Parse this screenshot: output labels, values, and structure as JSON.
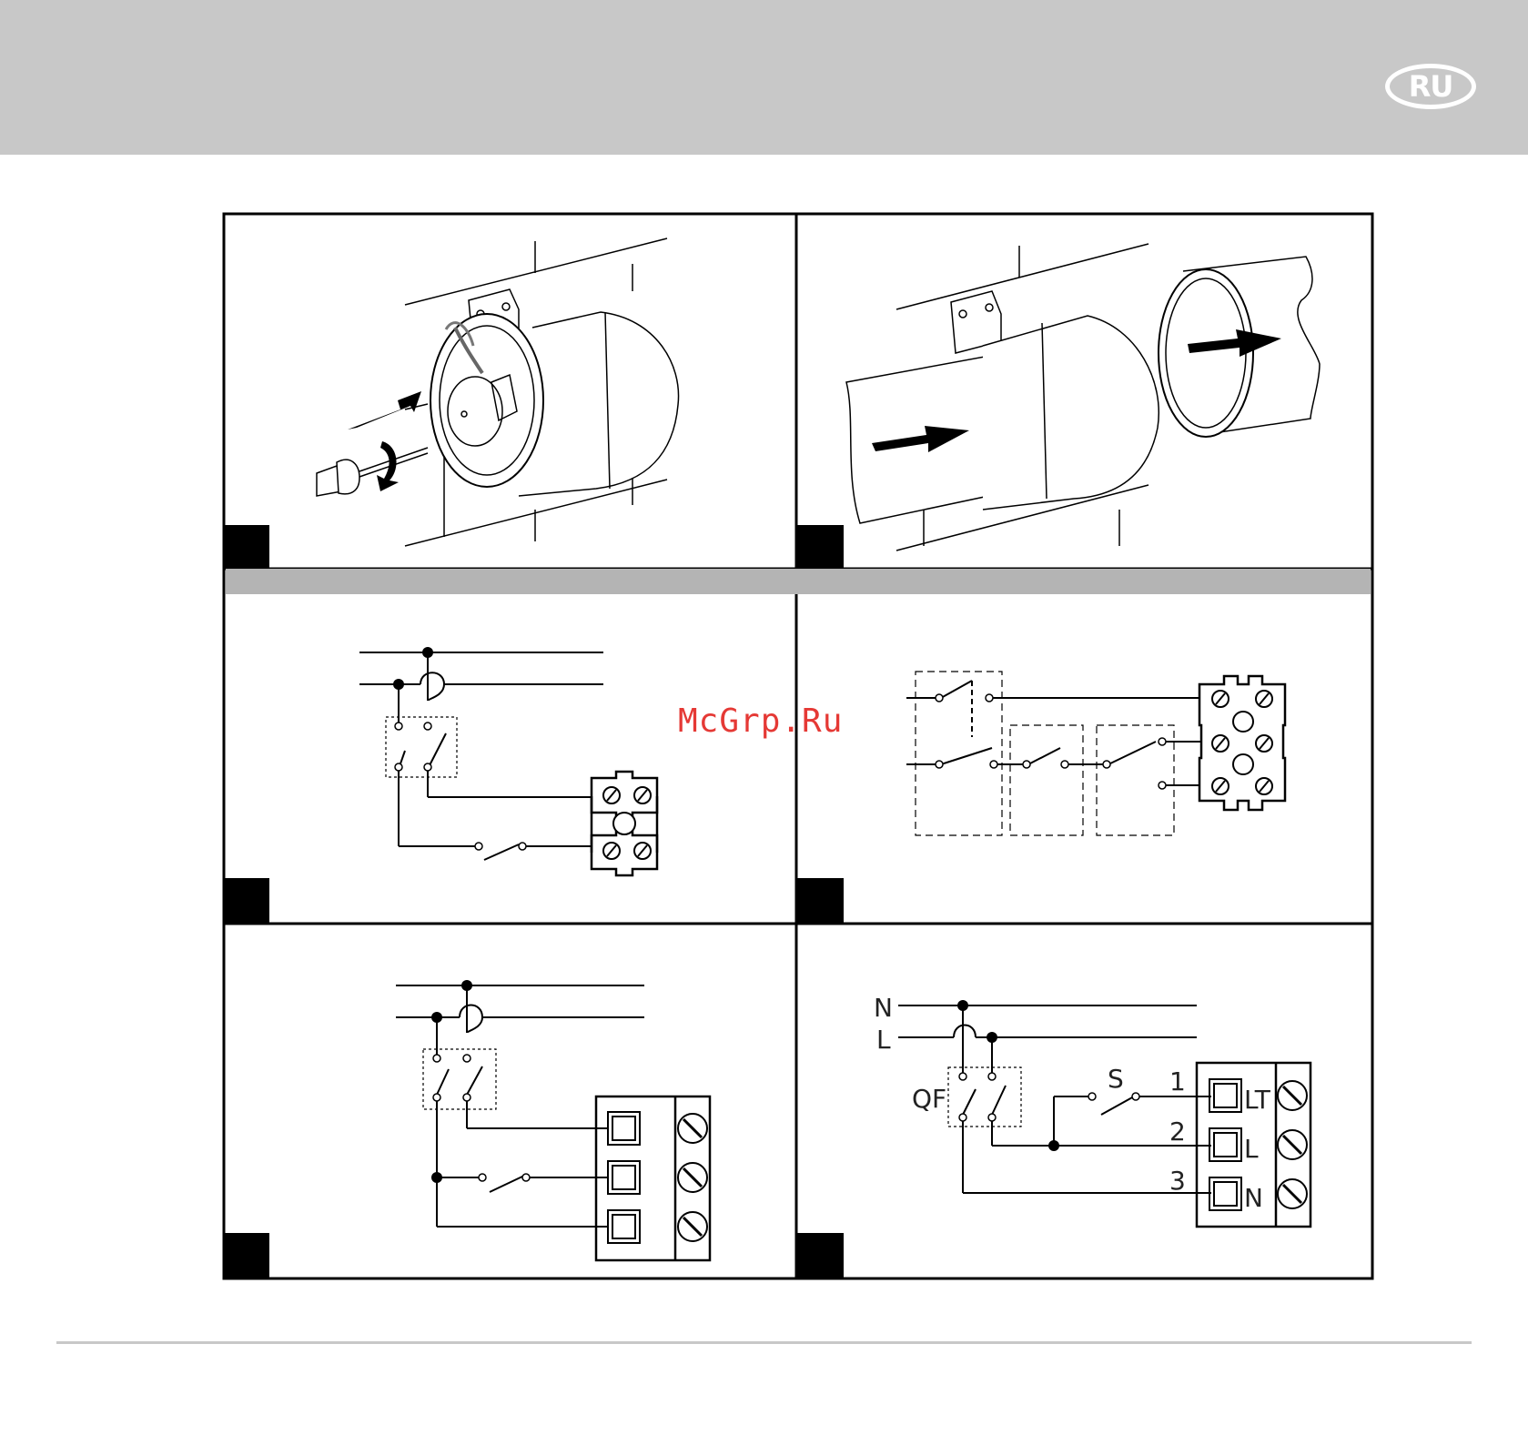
{
  "header": {
    "language_badge": "RU",
    "accent_color": "#c8c8c8"
  },
  "watermark": "McGrp.Ru",
  "panels": [
    {
      "id": "install-screw",
      "illustration": "duct-fan-mounting-screwdriver"
    },
    {
      "id": "install-duct",
      "illustration": "duct-fan-connect-to-pipe"
    },
    {
      "id": "wiring-simple-a",
      "illustration": "wiring-diagram-switch"
    },
    {
      "id": "wiring-multi-switch",
      "illustration": "wiring-diagram-three-switches"
    },
    {
      "id": "wiring-simple-b",
      "illustration": "wiring-diagram-switch-terminal-block"
    },
    {
      "id": "wiring-timer"
    }
  ],
  "wiring_timer": {
    "line_labels": {
      "neutral": "N",
      "live": "L"
    },
    "breaker_label": "QF",
    "switch_label": "S",
    "terminal_numbers": [
      "1",
      "2",
      "3"
    ],
    "terminal_labels": [
      "LT",
      "L",
      "N"
    ]
  }
}
